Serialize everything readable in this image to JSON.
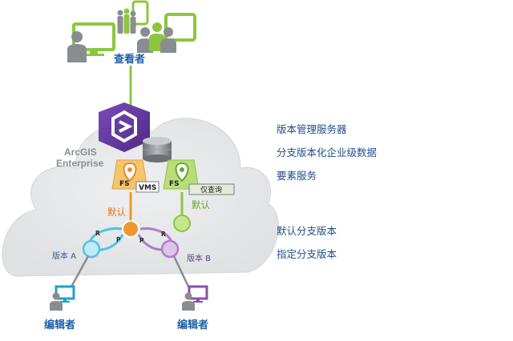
{
  "top": {
    "viewers_label": "查看者"
  },
  "cloud": {
    "product_name": "ArcGIS",
    "product_line": "Enterprise",
    "fs_left_label": "FS",
    "vms_label": "VMS",
    "fs_right_label": "FS",
    "query_only_tag": "仅查询"
  },
  "versions": {
    "default_left": "默认",
    "default_right": "默认",
    "version_a": "版本 A",
    "version_b": "版本 B",
    "r_label_left": "R",
    "p_label_left": "P",
    "p_label_right": "P",
    "r_label_right": "R"
  },
  "editors": {
    "left_label": "编辑者",
    "right_label": "编辑者"
  },
  "legend": {
    "items": [
      "版本管理服务器",
      "分支版本化企业级数据",
      "要素服务",
      "默认分支版本",
      "指定分支版本"
    ]
  },
  "colors": {
    "green": "#8cc63f",
    "orange": "#f0962d",
    "cyan": "#4fc3e8",
    "purple": "#b07cc6",
    "portal_purple": "#6a3ea1",
    "cloud": "#e4e6e8",
    "gray_person": "#8a8d90"
  }
}
